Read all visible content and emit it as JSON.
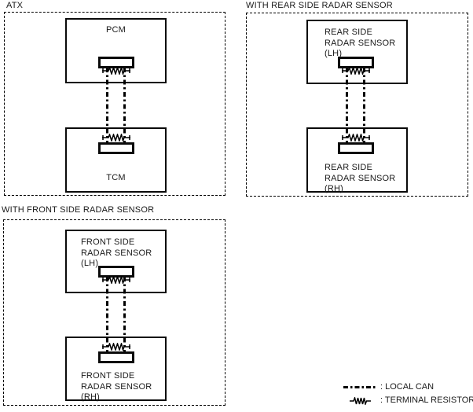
{
  "page": {
    "background_color": "#ffffff",
    "line_color": "#000000"
  },
  "panels": [
    {
      "title": "ATX",
      "modules": [
        {
          "name": "PCM"
        },
        {
          "name": "TCM"
        }
      ]
    },
    {
      "title": "WITH REAR SIDE RADAR SENSOR",
      "modules": [
        {
          "name": "REAR SIDE RADAR SENSOR (LH)"
        },
        {
          "name": "REAR SIDE RADAR SENSOR (RH)"
        }
      ]
    },
    {
      "title": "WITH FRONT SIDE RADAR SENSOR",
      "modules": [
        {
          "name": "FRONT SIDE RADAR SENSOR (LH)"
        },
        {
          "name": "FRONT SIDE RADAR SENSOR (RH)"
        }
      ]
    }
  ],
  "legend": {
    "items": [
      {
        "icon": "local-can-line",
        "label": ": LOCAL CAN"
      },
      {
        "icon": "terminal-resistor",
        "label": ": TERMINAL RESISTOR"
      }
    ]
  }
}
